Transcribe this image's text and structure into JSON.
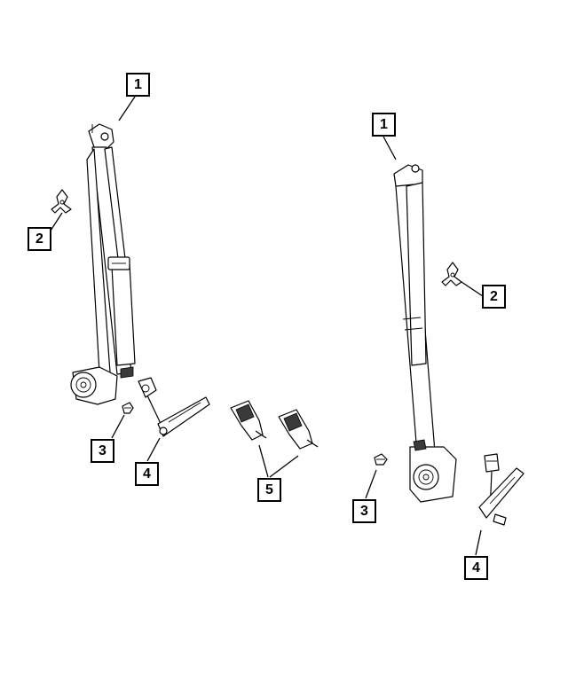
{
  "callouts": [
    {
      "id": "left-1",
      "label": "1"
    },
    {
      "id": "left-2",
      "label": "2"
    },
    {
      "id": "left-3",
      "label": "3"
    },
    {
      "id": "left-4",
      "label": "4"
    },
    {
      "id": "center-5",
      "label": "5"
    },
    {
      "id": "right-1",
      "label": "1"
    },
    {
      "id": "right-2",
      "label": "2"
    },
    {
      "id": "right-3",
      "label": "3"
    },
    {
      "id": "right-4",
      "label": "4"
    }
  ],
  "parts": [
    {
      "callout": "1",
      "icon": "seat-belt-retractor-assembly-icon"
    },
    {
      "callout": "2",
      "icon": "belt-guide-clip-icon"
    },
    {
      "callout": "3",
      "icon": "mounting-bolt-icon"
    },
    {
      "callout": "4",
      "icon": "seat-belt-buckle-stalk-icon"
    },
    {
      "callout": "5",
      "icon": "seat-belt-buckle-icon"
    }
  ]
}
